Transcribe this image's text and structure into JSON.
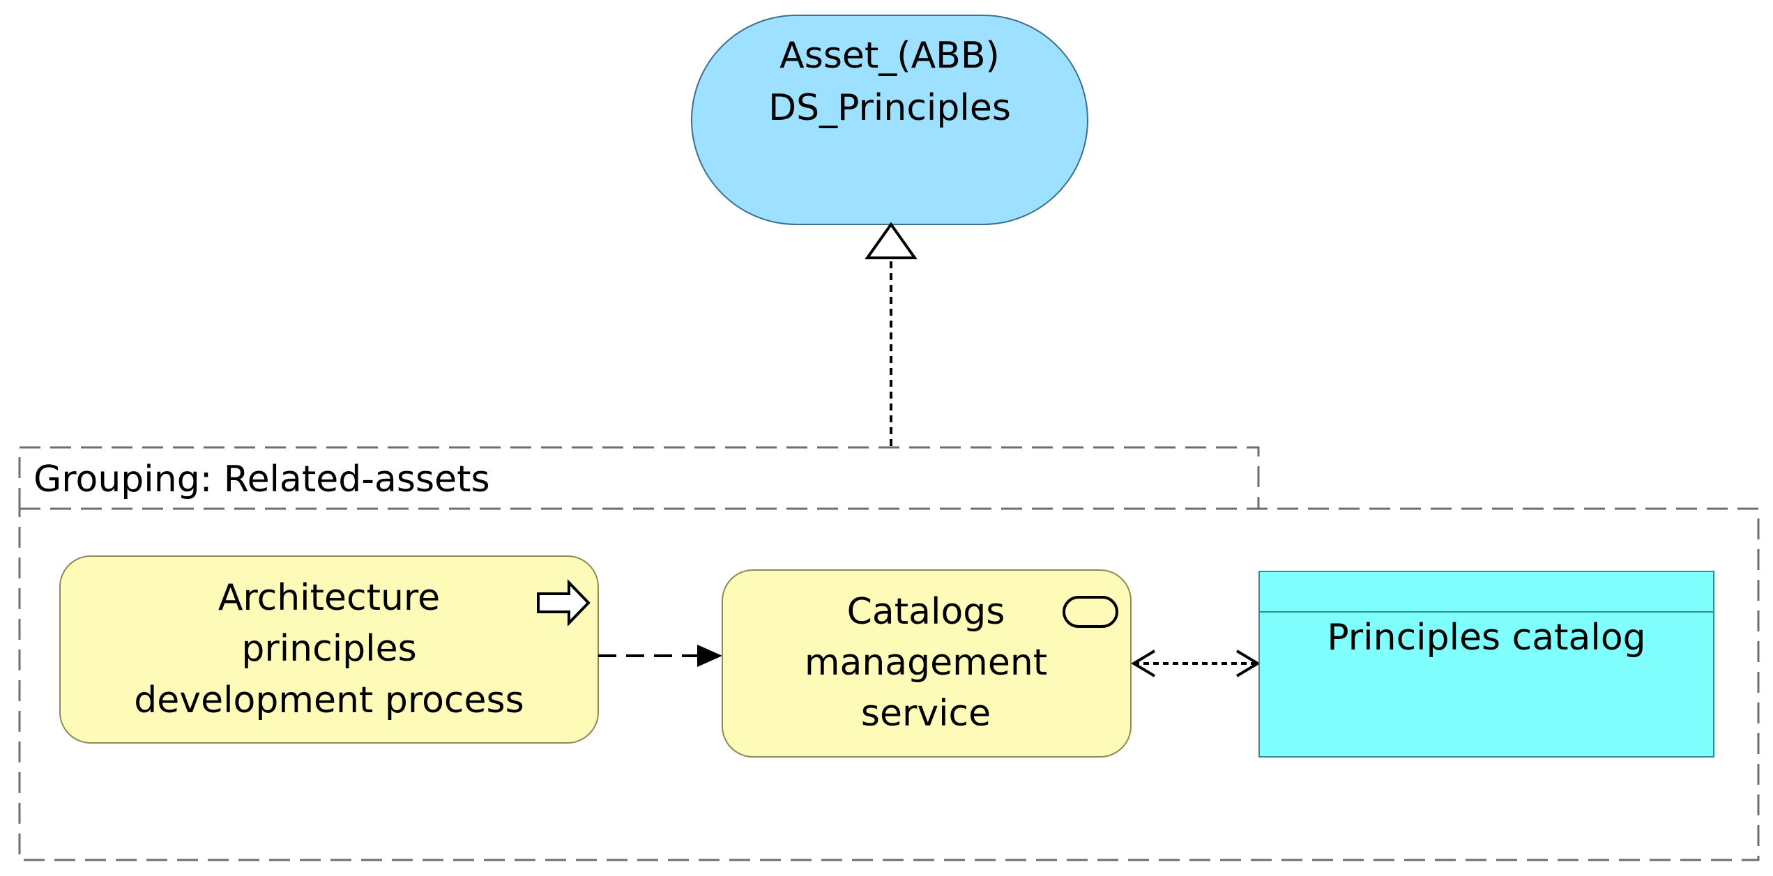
{
  "asset": {
    "line1": "Asset_(ABB)",
    "line2": "DS_Principles",
    "fill": "#9de0ff"
  },
  "grouping": {
    "label": "Grouping: Related-assets"
  },
  "process": {
    "line1": "Architecture",
    "line2": "principles",
    "line3": "development process",
    "icon": "process-arrow-icon",
    "fill": "#fdfbb7"
  },
  "service": {
    "line1": "Catalogs",
    "line2": "management",
    "line3": "service",
    "icon": "service-pill-icon",
    "fill": "#fdfbb7"
  },
  "catalog": {
    "label": "Principles catalog",
    "fill": "#80ffff"
  },
  "relations": [
    {
      "type": "realization",
      "from": "grouping",
      "to": "asset"
    },
    {
      "type": "triggering",
      "from": "process",
      "to": "service"
    },
    {
      "type": "access",
      "from": "service",
      "to": "catalog",
      "direction": "bidirectional"
    }
  ]
}
